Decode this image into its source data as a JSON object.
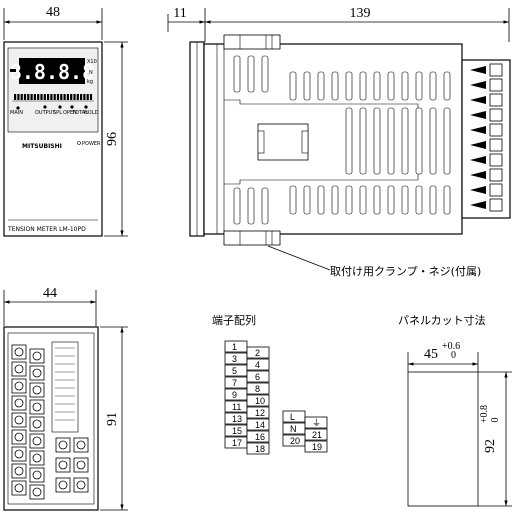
{
  "front": {
    "width": "48",
    "height": "96",
    "display_digits": "8.8.8.8",
    "units": [
      "X10",
      "N",
      "kg"
    ],
    "indicator_labels": [
      "MAIN",
      "OUTPUT",
      "SPL",
      "OPEN",
      "TOTAL",
      "HOLD"
    ],
    "brand": "MITSUBISHI",
    "power_label": "POWER",
    "model": "TENSION METER LM-10PD"
  },
  "side": {
    "bezel": "11",
    "depth": "139",
    "clamp_note": "取付け用クランプ・ネジ(付属)"
  },
  "rear": {
    "width": "44",
    "height": "91"
  },
  "terminal_layout": {
    "title": "端子配列",
    "left_column": [
      "1",
      "3",
      "5",
      "7",
      "9",
      "11",
      "13",
      "15",
      "17"
    ],
    "right_column": [
      "2",
      "4",
      "6",
      "8",
      "10",
      "12",
      "14",
      "16",
      "18"
    ],
    "power_block": [
      "L",
      "⏚",
      "N",
      "21",
      "20",
      "19"
    ]
  },
  "panel_cutout": {
    "title": "パネルカット寸法",
    "width": "45",
    "width_tol_upper": "+0.6",
    "width_tol_lower": "0",
    "height": "92",
    "height_tol_upper": "+0.8",
    "height_tol_lower": "0"
  }
}
